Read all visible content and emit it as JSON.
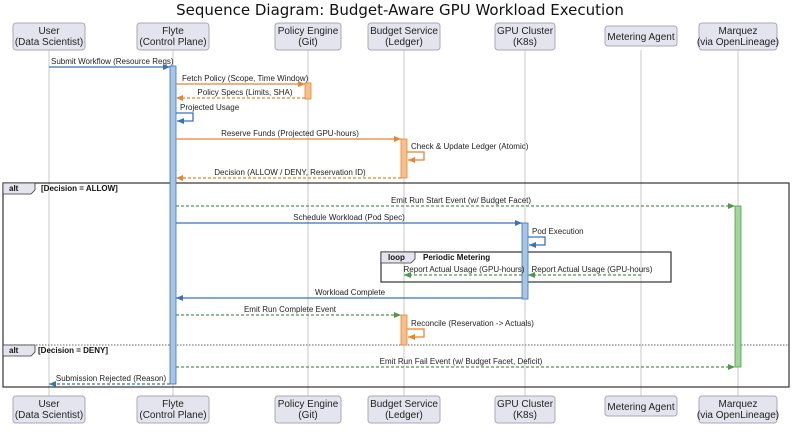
{
  "title": "Sequence Diagram: Budget-Aware GPU Workload Execution",
  "colors": {
    "blue": "#3a72b8",
    "blue_fill": "#a9c5e6",
    "orange": "#e8852e",
    "orange_fill": "#f6c08d",
    "green": "#4e9a48",
    "green_fill": "#a3d49b",
    "participant_fill": "#e4e4ee",
    "participant_stroke": "#a9a9b6",
    "lifeline": "#c8c8c8",
    "frame": "#333333"
  },
  "participants": [
    {
      "id": "user",
      "line1": "User",
      "line2": "(Data Scientist)"
    },
    {
      "id": "flyte",
      "line1": "Flyte",
      "line2": "(Control Plane)"
    },
    {
      "id": "policy",
      "line1": "Policy Engine",
      "line2": "(Git)"
    },
    {
      "id": "budget",
      "line1": "Budget Service",
      "line2": "(Ledger)"
    },
    {
      "id": "gpu",
      "line1": "GPU Cluster",
      "line2": "(K8s)"
    },
    {
      "id": "meter",
      "line1": "Metering Agent",
      "line2": ""
    },
    {
      "id": "marquez",
      "line1": "Marquez",
      "line2": "(via OpenLineage)"
    }
  ],
  "messages": [
    {
      "from": "user",
      "to": "flyte",
      "label": "Submit Workflow (Resource Reqs)",
      "style": "solid",
      "color": "blue"
    },
    {
      "from": "flyte",
      "to": "policy",
      "label": "Fetch Policy (Scope, Time Window)",
      "style": "solid",
      "color": "orange"
    },
    {
      "from": "policy",
      "to": "flyte",
      "label": "Policy Specs (Limits, SHA)",
      "style": "dashed",
      "color": "orange"
    },
    {
      "from": "flyte",
      "to": "flyte",
      "label": "Projected Usage",
      "style": "self",
      "color": "blue"
    },
    {
      "from": "flyte",
      "to": "budget",
      "label": "Reserve Funds (Projected GPU-hours)",
      "style": "solid",
      "color": "orange"
    },
    {
      "from": "budget",
      "to": "budget",
      "label": "Check & Update Ledger (Atomic)",
      "style": "self",
      "color": "orange"
    },
    {
      "from": "budget",
      "to": "flyte",
      "label": "Decision (ALLOW / DENY, Reservation ID)",
      "style": "dashed",
      "color": "orange"
    },
    {
      "from": "flyte",
      "to": "marquez",
      "label": "Emit Run Start Event (w/ Budget Facet)",
      "style": "dashed",
      "color": "green"
    },
    {
      "from": "flyte",
      "to": "gpu",
      "label": "Schedule Workload (Pod Spec)",
      "style": "solid",
      "color": "blue"
    },
    {
      "from": "gpu",
      "to": "gpu",
      "label": "Pod Execution",
      "style": "self",
      "color": "blue"
    },
    {
      "from": "gpu",
      "to": "budget",
      "label": "Report Actual Usage (GPU-hours)",
      "style": "dashed",
      "color": "green"
    },
    {
      "from": "meter",
      "to": "gpu",
      "label": "Report Actual Usage (GPU-hours)",
      "style": "dashed",
      "color": "green"
    },
    {
      "from": "gpu",
      "to": "flyte",
      "label": "Workload Complete",
      "style": "solid",
      "color": "blue"
    },
    {
      "from": "flyte",
      "to": "budget",
      "label": "Emit Run Complete Event",
      "style": "dashed",
      "color": "green"
    },
    {
      "from": "budget",
      "to": "budget",
      "label": "Reconcile (Reservation -> Actuals)",
      "style": "self",
      "color": "orange"
    },
    {
      "from": "flyte",
      "to": "marquez",
      "label": "Emit Run Fail Event (w/ Budget Facet, Deficit)",
      "style": "dashed",
      "color": "green"
    },
    {
      "from": "flyte",
      "to": "user",
      "label": "Submission Rejected (Reason)",
      "style": "dashed",
      "color": "blue"
    }
  ],
  "fragments": {
    "alt": {
      "tag": "alt",
      "guard_allow": "[Decision = ALLOW]",
      "guard_deny": "[Decision = DENY]"
    },
    "loop": {
      "tag": "loop",
      "label": "Periodic Metering"
    }
  }
}
